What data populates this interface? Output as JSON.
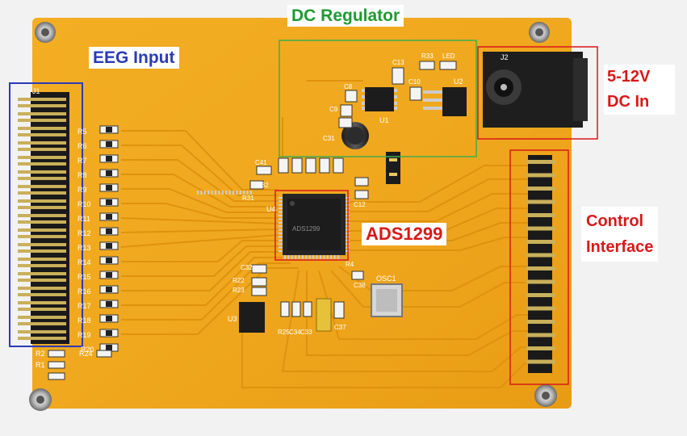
{
  "labels": {
    "eeg_input": "EEG Input",
    "dc_regulator": "DC Regulator",
    "voltage_line1": "5-12V",
    "voltage_line2": "DC In",
    "chip": "ADS1299",
    "control_line1": "Control",
    "control_line2": "Interface"
  },
  "silkscreen": {
    "resistors": [
      "R5",
      "R6",
      "R7",
      "R8",
      "R9",
      "R10",
      "R11",
      "R12",
      "R13",
      "R14",
      "R15",
      "R16",
      "R17",
      "R18",
      "R19",
      "R20"
    ],
    "r2": "R2",
    "r1": "R1",
    "r24": "R24",
    "j1": "J1",
    "j2": "J2",
    "u1": "U1",
    "u2": "U2",
    "u3": "U3",
    "u4": "U4",
    "osc": "OSC1",
    "led": "LED",
    "c31": "C31",
    "c13": "C13",
    "c10": "C10",
    "c8": "C8",
    "c9": "C9",
    "r33": "R33",
    "r31": "R31",
    "r32": "R32",
    "c41": "C41",
    "c32": "C32",
    "r22": "R22",
    "r23": "R23",
    "c38": "C38",
    "r4": "R4",
    "c12": "C12",
    "r25": "R25",
    "c34": "C34",
    "c33": "C33",
    "c37": "C37",
    "chip_marking": "ADS1299"
  },
  "colors": {
    "board": "#f0a81e",
    "board_edge": "#e89a10",
    "eeg_frame": "#2a3bb8",
    "regulator_frame": "#3fae48",
    "red_frame": "#d81919"
  }
}
